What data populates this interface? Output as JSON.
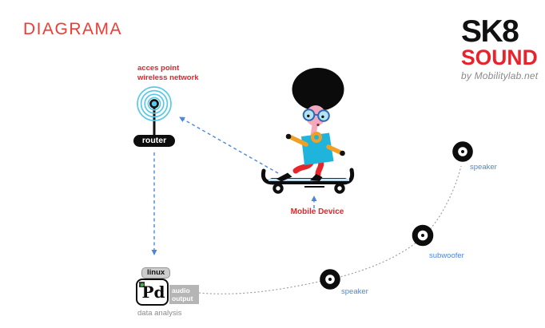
{
  "title": "DIAGRAMA",
  "logo": {
    "name": "SK8",
    "product": "SOUND",
    "byline": "by Mobilitylab.net"
  },
  "access_point": {
    "label_line1": "acces point",
    "label_line2": "wireless network",
    "router_label": "router"
  },
  "mobile_device": {
    "label": "Mobile Device"
  },
  "speakers": {
    "top_label": "speaker",
    "subwoofer_label": "subwoofer",
    "bottom_label": "speaker"
  },
  "processing": {
    "os_tag": "linux",
    "app": "Pd",
    "output_line1": "audio",
    "output_line2": "output",
    "caption": "data analysis"
  },
  "colors": {
    "title-red": "#ef3b33",
    "accent-red": "#e8232b",
    "link-blue": "#4a87db",
    "wifi-cyan": "#5ac8e8",
    "shirt-cyan": "#1fb4dc",
    "arm-orange": "#f0a125",
    "leg-red": "#e62629",
    "skin-pink": "#f3a8bc",
    "board-blue": "#c9e8f8",
    "path-gray": "#9a9a9a",
    "led-green": "#44b449",
    "logo-black": "#111111"
  }
}
